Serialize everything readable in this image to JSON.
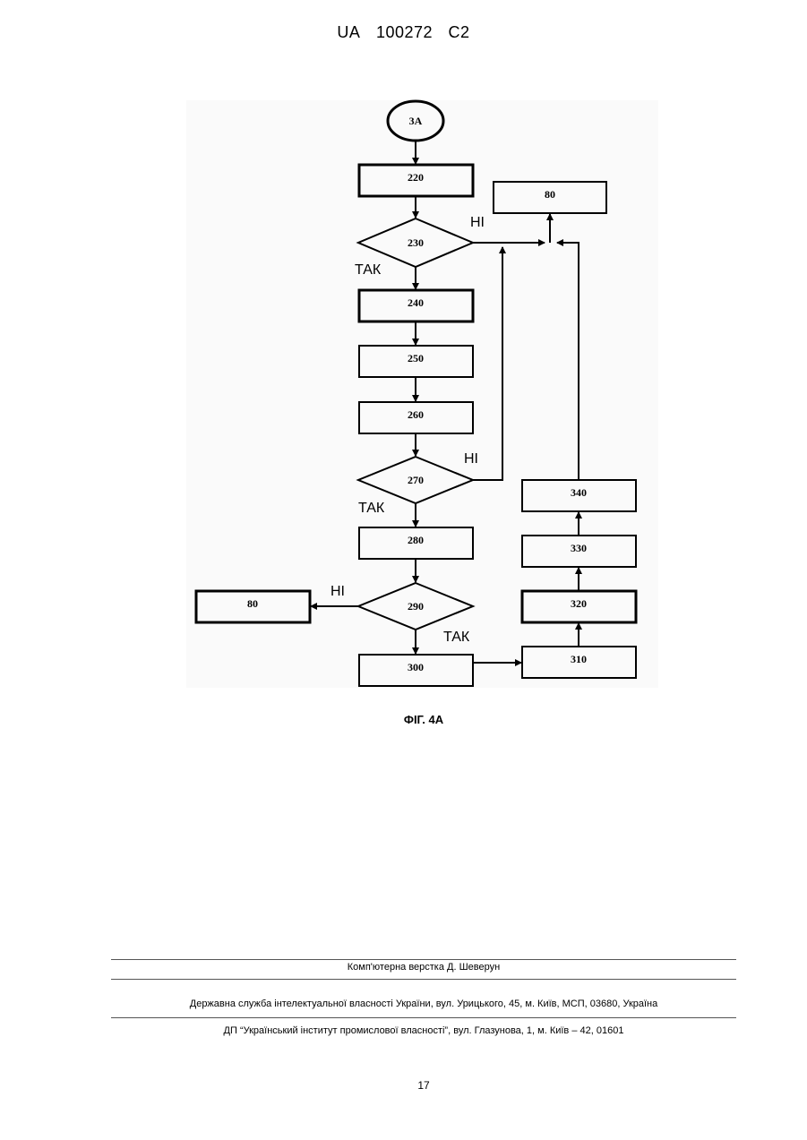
{
  "header": {
    "country": "UA",
    "number": "100272",
    "kind": "C2"
  },
  "flowchart": {
    "start": "3A",
    "blocks": {
      "b220": "220",
      "b240": "240",
      "b250": "250",
      "b260": "260",
      "b280": "280",
      "b300": "300",
      "b310": "310",
      "b320": "320",
      "b330": "330",
      "b340": "340",
      "b80_top": "80",
      "b80_left": "80"
    },
    "decisions": {
      "d230": "230",
      "d270": "270",
      "d290": "290"
    },
    "branch_labels": {
      "no_230": "НІ",
      "yes_230": "ТАК",
      "no_270": "НІ",
      "yes_270": "ТАК",
      "no_290": "НІ",
      "yes_290": "ТАК"
    }
  },
  "caption": "ФІГ. 4А",
  "footer": {
    "typesetting": "Комп'ютерна верстка Д. Шеверун",
    "agency": "Державна служба інтелектуальної власності України, вул. Урицького, 45, м. Київ, МСП, 03680, Україна",
    "institute": "ДП “Український інститут промислової власності”, вул. Глазунова, 1, м. Київ – 42, 01601"
  },
  "page_number": "17"
}
